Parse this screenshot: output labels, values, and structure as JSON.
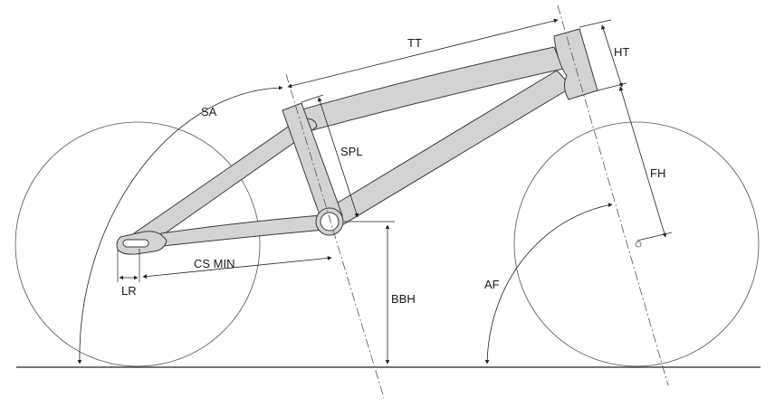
{
  "colors": {
    "frame_fill": "#d3d3d3",
    "frame_stroke": "#3a3a3a",
    "line": "#222222",
    "wheel": "#555555"
  },
  "labels": {
    "tt": "TT",
    "ht": "HT",
    "sa": "SA",
    "spl": "SPL",
    "fh": "FH",
    "cs_min": "CS MIN",
    "lr": "LR",
    "bbh": "BBH",
    "af": "AF"
  }
}
